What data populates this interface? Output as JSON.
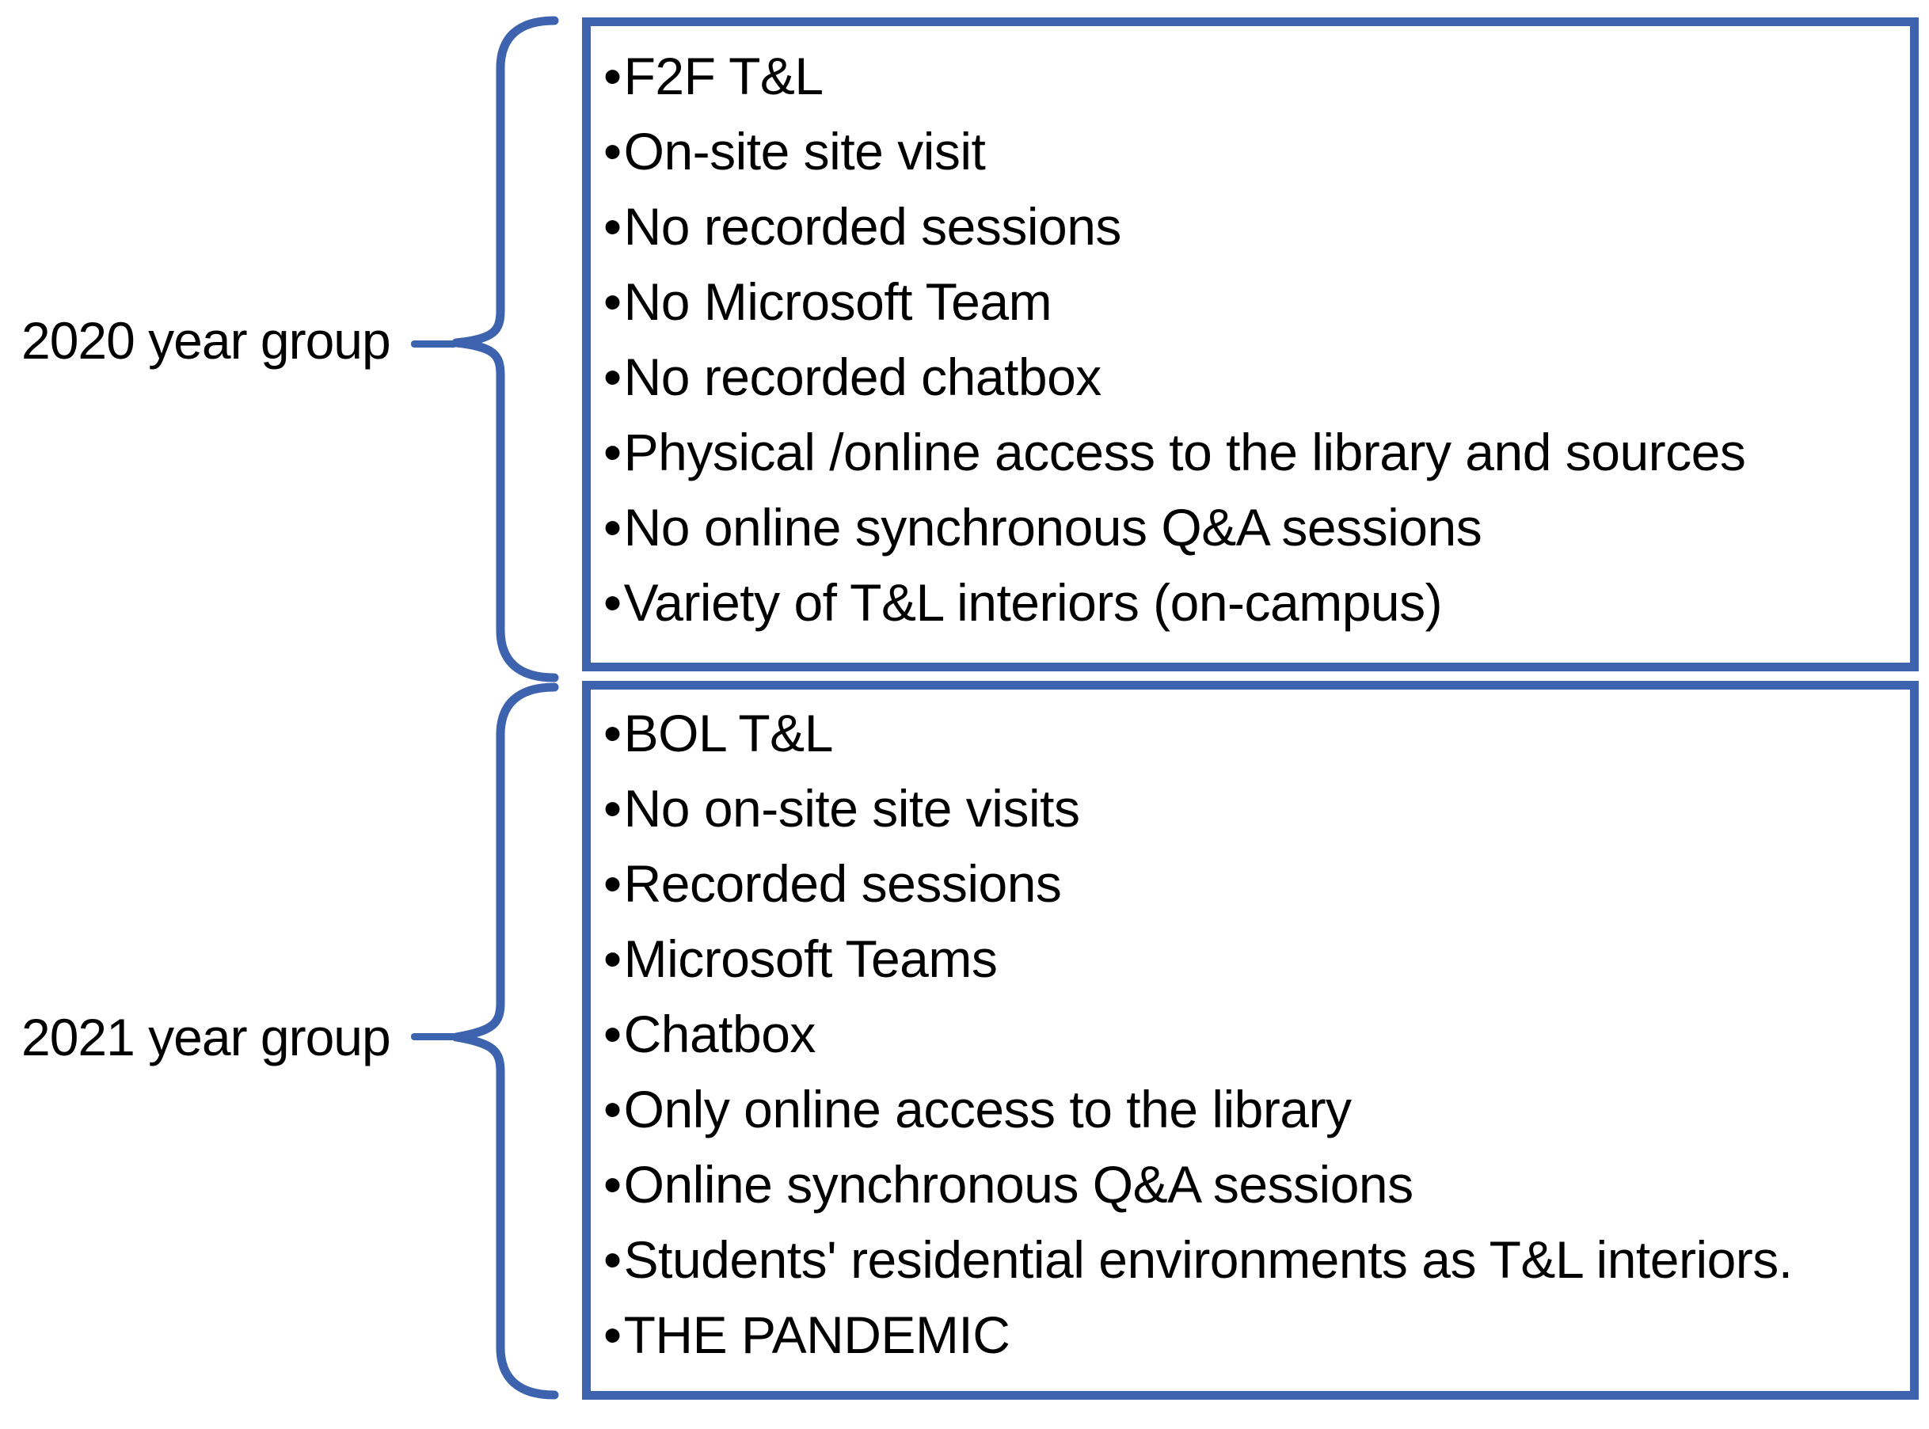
{
  "bullet_glyph": "•",
  "colors": {
    "accent_blue": "#3D63AE",
    "text": "#000000",
    "background": "#FFFFFF"
  },
  "diagram": {
    "groups": [
      {
        "label": "2020 year group",
        "items": [
          "F2F T&L",
          "On-site site visit",
          "No recorded sessions",
          "No Microsoft Team",
          "No recorded chatbox",
          "Physical /online access to the library and sources",
          "No online synchronous Q&A sessions",
          "Variety of T&L interiors (on-campus)"
        ]
      },
      {
        "label": "2021 year group",
        "items": [
          "BOL T&L",
          "No on-site site visits",
          "Recorded sessions",
          "Microsoft Teams",
          "Chatbox",
          "Only online access to the library",
          "Online synchronous Q&A sessions",
          "Students' residential environments as T&L interiors.",
          "THE PANDEMIC"
        ]
      }
    ]
  }
}
